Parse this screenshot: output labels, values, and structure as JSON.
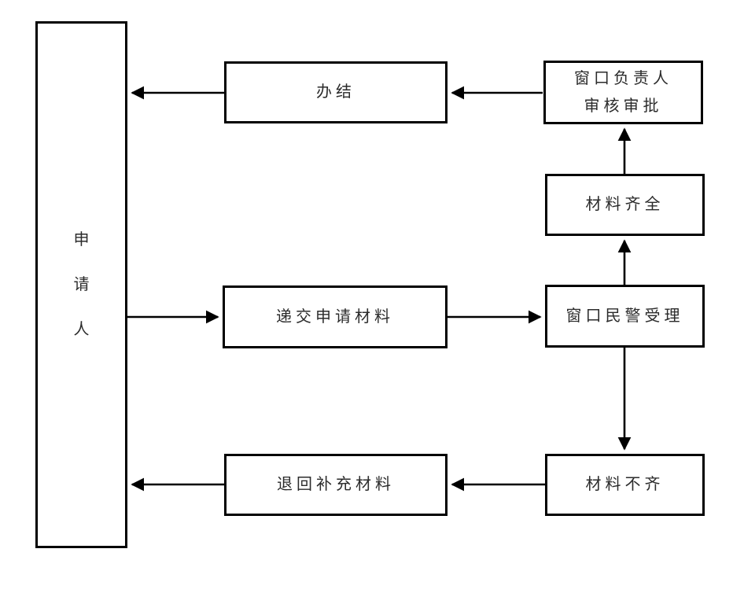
{
  "diagram": {
    "type": "flowchart",
    "background_color": "#ffffff",
    "line_color": "#000000",
    "text_color": "#2b2b2b",
    "nodes": {
      "applicant": {
        "label": "申\n请\n人"
      },
      "complete": {
        "label": "办结"
      },
      "supervisor_review": {
        "label": "窗口负责人\n审核审批"
      },
      "materials_complete": {
        "label": "材料齐全"
      },
      "submit_materials": {
        "label": "递交申请材料"
      },
      "police_accept": {
        "label": "窗口民警受理"
      },
      "materials_incomplete": {
        "label": "材料不齐"
      },
      "return_supplement": {
        "label": "退回补充材料"
      }
    },
    "edges": [
      {
        "from": "申请人",
        "to": "递交申请材料"
      },
      {
        "from": "递交申请材料",
        "to": "窗口民警受理"
      },
      {
        "from": "窗口民警受理",
        "to": "材料齐全"
      },
      {
        "from": "材料齐全",
        "to": "窗口负责人审核审批"
      },
      {
        "from": "窗口负责人审核审批",
        "to": "办结"
      },
      {
        "from": "办结",
        "to": "申请人"
      },
      {
        "from": "窗口民警受理",
        "to": "材料不齐"
      },
      {
        "from": "材料不齐",
        "to": "退回补充材料"
      },
      {
        "from": "退回补充材料",
        "to": "申请人"
      }
    ]
  }
}
